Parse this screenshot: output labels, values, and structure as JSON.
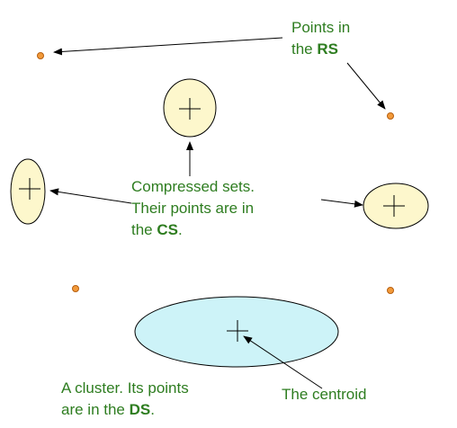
{
  "labels": {
    "rs_line1": "Points in",
    "rs_line2_prefix": "the ",
    "rs_bold": "RS",
    "cs_line1": "Compressed sets.",
    "cs_line2": "Their points are in",
    "cs_line3_prefix": "the ",
    "cs_bold": "CS",
    "cs_suffix": ".",
    "ds_line1": "A cluster.  Its points",
    "ds_line2_prefix": "are in the ",
    "ds_bold": "DS",
    "ds_suffix": ".",
    "centroid": "The centroid"
  },
  "colors": {
    "text": "#2e7d20",
    "cs_fill": "#fdf7cc",
    "ds_fill": "#cdf3f8",
    "point_fill": "#f29a3a",
    "point_stroke": "#b65f10",
    "stroke": "#000000"
  }
}
